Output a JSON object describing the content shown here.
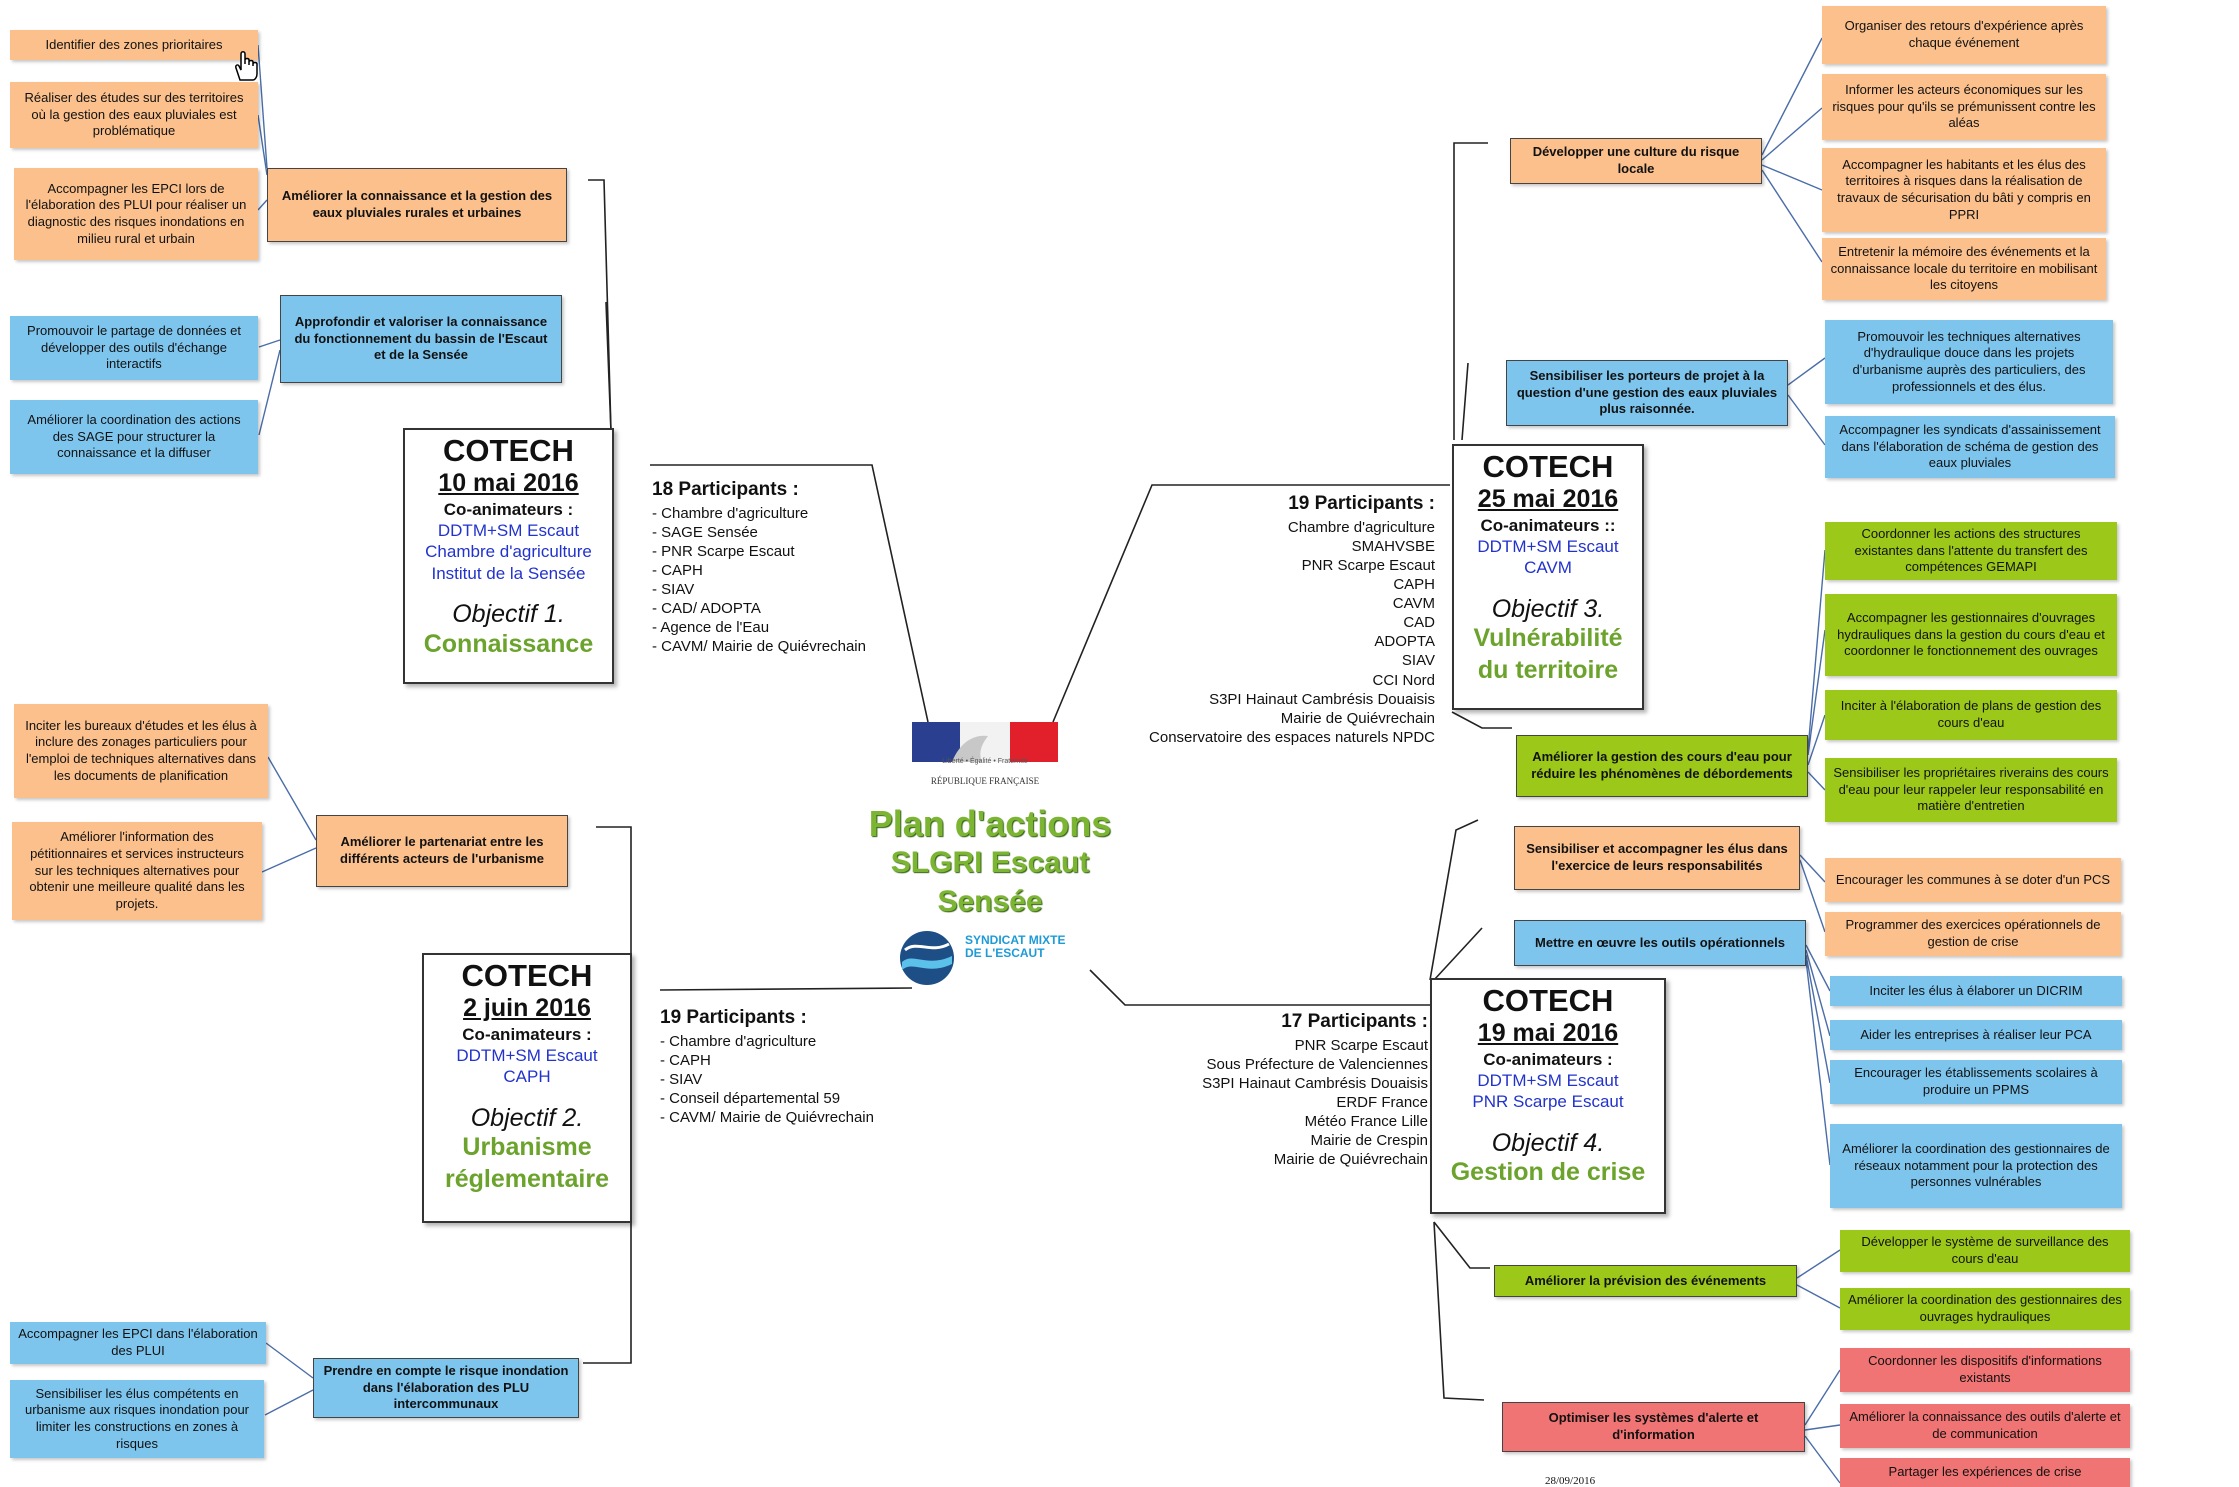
{
  "center": {
    "title": "Plan d'actions",
    "subtitle_1": "SLGRI Escaut",
    "subtitle_2": "Sensée",
    "flag_motto": "Liberté • Égalité • Fraternité",
    "flag_caption": "RÉPUBLIQUE FRANÇAISE",
    "org_line_1": "SYNDICAT MIXTE",
    "org_line_2": "DE L'ESCAUT"
  },
  "footer_date": "28/09/2016",
  "colors": {
    "orange": "#fbc08c",
    "blue": "#7ec5ee",
    "green": "#9cc919",
    "red": "#f07474",
    "theme_green": "#6ba32c",
    "org_blue": "#2233cc"
  },
  "cotech": {
    "c1": {
      "title": "COTECH",
      "date": "10 mai 2016",
      "co": "Co-animateurs :",
      "orgs": [
        "DDTM+SM Escaut",
        "Chambre d'agriculture",
        "Institut de la Sensée"
      ],
      "objectif": "Objectif 1.",
      "theme": [
        "Connaissance"
      ]
    },
    "c2": {
      "title": "COTECH",
      "date": "2 juin 2016",
      "co": "Co-animateurs :",
      "orgs": [
        "DDTM+SM Escaut",
        "CAPH"
      ],
      "objectif": "Objectif 2.",
      "theme": [
        "Urbanisme",
        "réglementaire"
      ]
    },
    "c3": {
      "title": "COTECH",
      "date": "25 mai 2016",
      "co": "Co-animateurs ::",
      "orgs": [
        "DDTM+SM Escaut",
        "CAVM"
      ],
      "objectif": "Objectif 3.",
      "theme": [
        "Vulnérabilité",
        "du territoire"
      ]
    },
    "c4": {
      "title": "COTECH",
      "date": "19 mai 2016",
      "co": "Co-animateurs :",
      "orgs": [
        "DDTM+SM Escaut",
        "PNR Scarpe Escaut"
      ],
      "objectif": "Objectif 4.",
      "theme": [
        "Gestion de crise"
      ]
    }
  },
  "participants": {
    "p1": {
      "heading": "18 Participants :",
      "items": [
        "- Chambre d'agriculture",
        "- SAGE Sensée",
        "- PNR Scarpe Escaut",
        "- CAPH",
        "- SIAV",
        "- CAD/ ADOPTA",
        "- Agence de l'Eau",
        "- CAVM/ Mairie de Quiévrechain"
      ]
    },
    "p2": {
      "heading": "19 Participants :",
      "items": [
        "- Chambre d'agriculture",
        "- CAPH",
        "- SIAV",
        "- Conseil départemental 59",
        "- CAVM/ Mairie de Quiévrechain"
      ]
    },
    "p3": {
      "heading": "19 Participants :",
      "items": [
        "Chambre d'agriculture",
        "SMAHVSBE",
        "PNR Scarpe Escaut",
        "CAPH",
        "CAVM",
        "CAD",
        "ADOPTA",
        "SIAV",
        "CCI Nord",
        "S3PI Hainaut Cambrésis Douaisis",
        "Mairie de Quiévrechain",
        "Conservatoire des espaces naturels NPDC"
      ]
    },
    "p4": {
      "heading": "17 Participants :",
      "items": [
        "PNR Scarpe Escaut",
        "Sous Préfecture de Valenciennes",
        "S3PI Hainaut Cambrésis Douaisis",
        "ERDF France",
        "Météo France Lille",
        "Mairie de Crespin",
        "Mairie de Quiévrechain"
      ]
    }
  },
  "mid": {
    "m1": "Améliorer la connaissance et la gestion des eaux pluviales rurales et urbaines",
    "m2": "Approfondir et valoriser la connaissance du fonctionnement du bassin de l'Escaut et de la Sensée",
    "m3": "Améliorer le partenariat entre les différents acteurs de l'urbanisme",
    "m4": "Prendre en compte le risque inondation dans l'élaboration des PLU intercommunaux",
    "m5": "Développer une culture du risque locale",
    "m6": "Sensibiliser les porteurs de projet à la question d'une gestion des eaux pluviales plus raisonnée.",
    "m7": "Améliorer la gestion des cours d'eau pour réduire les phénomènes de débordements",
    "m8": "Sensibiliser et accompagner les élus dans l'exercice de leurs responsabilités",
    "m9": "Mettre en œuvre les outils opérationnels",
    "m10": "Améliorer la prévision des événements",
    "m11": "Optimiser les systèmes d'alerte et d'information"
  },
  "leaves": {
    "l1": "Identifier des zones prioritaires",
    "l2": "Réaliser des études sur des territoires où la gestion des eaux pluviales est problématique",
    "l3": "Accompagner les EPCI lors de l'élaboration des PLUI pour réaliser un diagnostic des risques inondations en milieu rural et urbain",
    "l4": "Promouvoir le partage de données et développer des outils d'échange interactifs",
    "l5": "Améliorer la coordination des actions des SAGE pour structurer la connaissance et la diffuser",
    "l6": "Inciter les bureaux d'études et les élus à inclure des zonages particuliers pour l'emploi de techniques alternatives dans les documents de planification",
    "l7": "Améliorer l'information des pétitionnaires et services instructeurs sur les techniques alternatives pour obtenir une meilleure qualité dans les projets.",
    "l8": "Accompagner les EPCI dans l'élaboration des PLUI",
    "l9": "Sensibiliser les élus compétents en urbanisme aux risques inondation pour limiter les constructions en zones à risques",
    "r1": "Organiser des retours d'expérience après chaque événement",
    "r2": "Informer les acteurs économiques sur les risques pour qu'ils se prémunissent contre les aléas",
    "r3": "Accompagner les habitants et les élus des territoires à risques dans la réalisation de travaux de sécurisation du bâti y compris en PPRI",
    "r4": "Entretenir la mémoire des événements et la connaissance locale du territoire en mobilisant les citoyens",
    "r5": "Promouvoir les techniques alternatives d'hydraulique douce dans les projets d'urbanisme auprès des particuliers, des professionnels et des élus.",
    "r6": "Accompagner les syndicats d'assainissement dans l'élaboration de schéma de gestion des eaux pluviales",
    "r7": "Coordonner les actions des structures existantes dans l'attente du transfert des compétences GEMAPI",
    "r8": "Accompagner les gestionnaires d'ouvrages hydrauliques dans la gestion du cours d'eau et coordonner le fonctionnement des ouvrages",
    "r9": "Inciter à l'élaboration de plans de gestion des cours d'eau",
    "r10": "Sensibiliser les propriétaires riverains des cours d'eau pour leur rappeler leur responsabilité en matière d'entretien",
    "r11": "Encourager les communes à se doter d'un PCS",
    "r12": "Programmer des exercices opérationnels de gestion de crise",
    "r13": "Inciter les élus à élaborer un DICRIM",
    "r14": "Aider les entreprises à réaliser leur PCA",
    "r15": "Encourager les établissements scolaires à produire un PPMS",
    "r16": "Améliorer la coordination des gestionnaires de réseaux notamment pour la protection des personnes vulnérables",
    "r17": "Développer le système de surveillance des cours d'eau",
    "r18": "Améliorer la coordination des gestionnaires des ouvrages hydrauliques",
    "r19": "Coordonner les dispositifs d'informations existants",
    "r20": "Améliorer la connaissance des outils d'alerte et de communication",
    "r21": "Partager les expériences de crise"
  }
}
